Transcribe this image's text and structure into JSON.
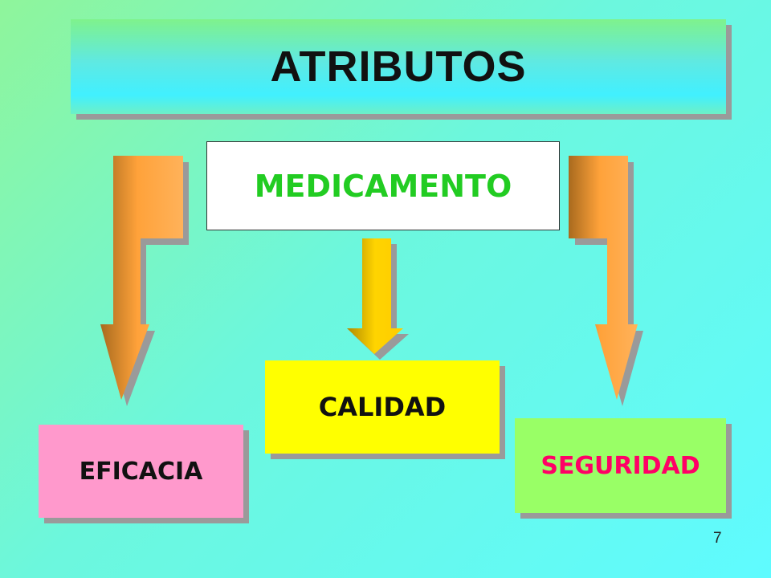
{
  "title": "ATRIBUTOS",
  "center": "MEDICAMENTO",
  "attributes": {
    "left": "EFICACIA",
    "middle": "CALIDAD",
    "right": "SEGURIDAD"
  },
  "page_number": "7",
  "colors": {
    "medicamento_text": "#22cc22",
    "calidad_fill": "#ffff00",
    "eficacia_fill": "#ff99cc",
    "seguridad_fill": "#99ff66",
    "seguridad_text": "#ff0066",
    "side_arrows": "#ff9933",
    "center_arrow": "#ffcc00"
  }
}
